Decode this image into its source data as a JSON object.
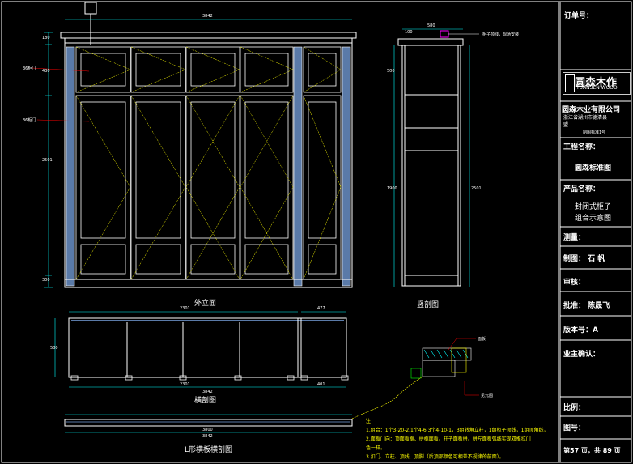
{
  "title_block": {
    "order_no": "订单号：",
    "company": "圆森木业有限公司",
    "company_sub": "浙江省湖州市德清县",
    "company_sub2": "盟",
    "company_sub3": "制图标准1号",
    "project_label": "工程名称：",
    "project_value": "圆森标准图",
    "product_label": "产品名称：",
    "product_value_1": "封闭式柜子",
    "product_value_2": "组合示意图",
    "survey": "测量：",
    "drafter": "制图：  石  帆",
    "review": "审核：",
    "approve": "批准：  陈晟飞",
    "version": "版本号：A",
    "client_confirm": "业主确认：",
    "scale": "比例：",
    "drawing_no": "图号：",
    "page": "第57 页，共 89 页"
  },
  "logo": {
    "text": "圆森木作",
    "sub": "YUANSEN WOOD"
  },
  "captions": {
    "elevation": "外立面",
    "section": "竖剖图",
    "plan": "横剖图",
    "l_plan": "L形横板横剖图"
  },
  "labels": {
    "top_door": "36柜门",
    "lower_door": "36柜门",
    "moulding_note": "柜子顶线，现场安装",
    "panel": "面板",
    "side_panel": "见元图"
  },
  "dims": {
    "overall_width": "3842",
    "overall_height": "2501",
    "top_h": "180",
    "upper_h": "430",
    "base_h": "300",
    "sec_depth": "580",
    "sec_top": "100",
    "sec_total": "2501",
    "sec_mid": "1900",
    "sec_low": "500",
    "plan_w1": "2301",
    "plan_w2": "477",
    "plan_w_total": "3842",
    "plan_w3": "2301",
    "plan_w4": "401",
    "plan_d": "580",
    "l_w": "3800",
    "l_w2": "3842"
  },
  "notes": {
    "head": "注：",
    "n1": "1.组合：1个3-20-2.1个4-6.3个4-10-1，3组转角立柱，1组柜子顶线，1组顶角线，",
    "n2": "2.面板门向：顶面板框、拼框面板、柱子面板拼、拼左面板弧线实现双推拉门",
    "n3": "色一样。",
    "n4": "3.扣门、立柱、顶线、顶脚（后顶部颜色可相差不规律的前面）。"
  },
  "colors": {
    "line": "#ffffff",
    "cyan": "#00ffff",
    "yellow": "#ffff00",
    "red": "#ff0000",
    "blue": "#5a7aa8",
    "green": "#00ff00",
    "magenta": "#ff00ff"
  }
}
